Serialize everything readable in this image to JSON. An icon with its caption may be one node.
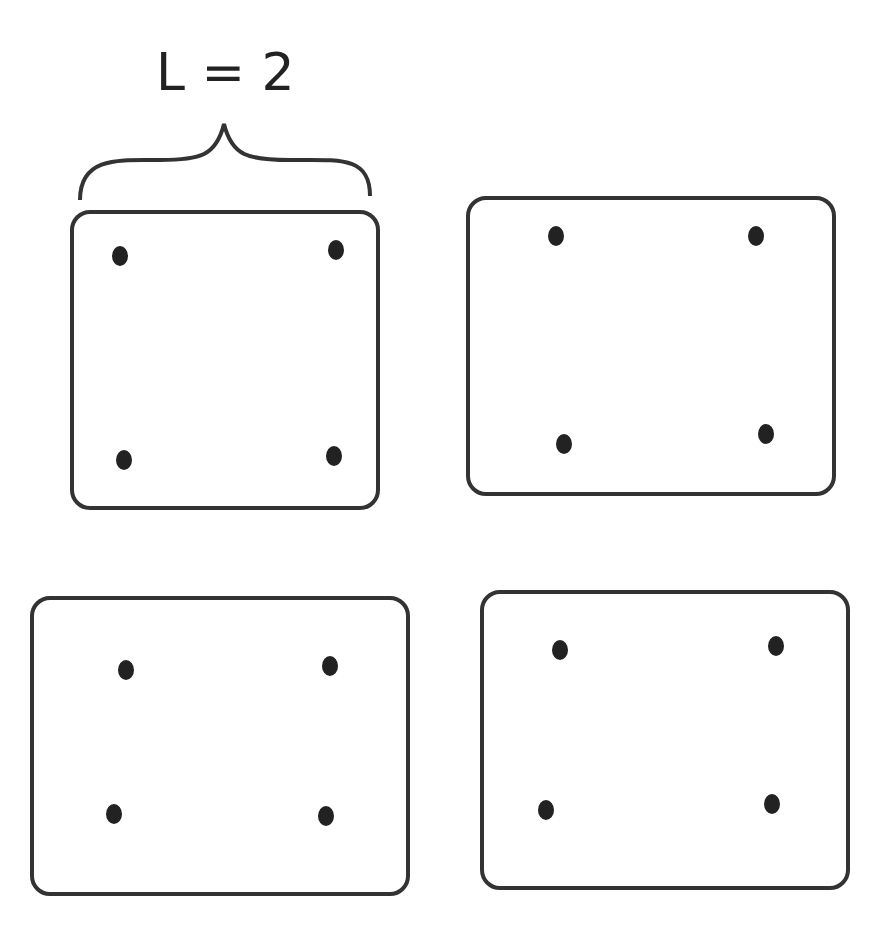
{
  "diagram": {
    "nodes": [
      {
        "text": [],
        "shape": "box"
      },
      {
        "text": [],
        "shape": "box"
      },
      {
        "text": [],
        "shape": "box"
      },
      {
        "text": [],
        "shape": "box"
      }
    ],
    "labels": [
      "L = 2"
    ]
  }
}
